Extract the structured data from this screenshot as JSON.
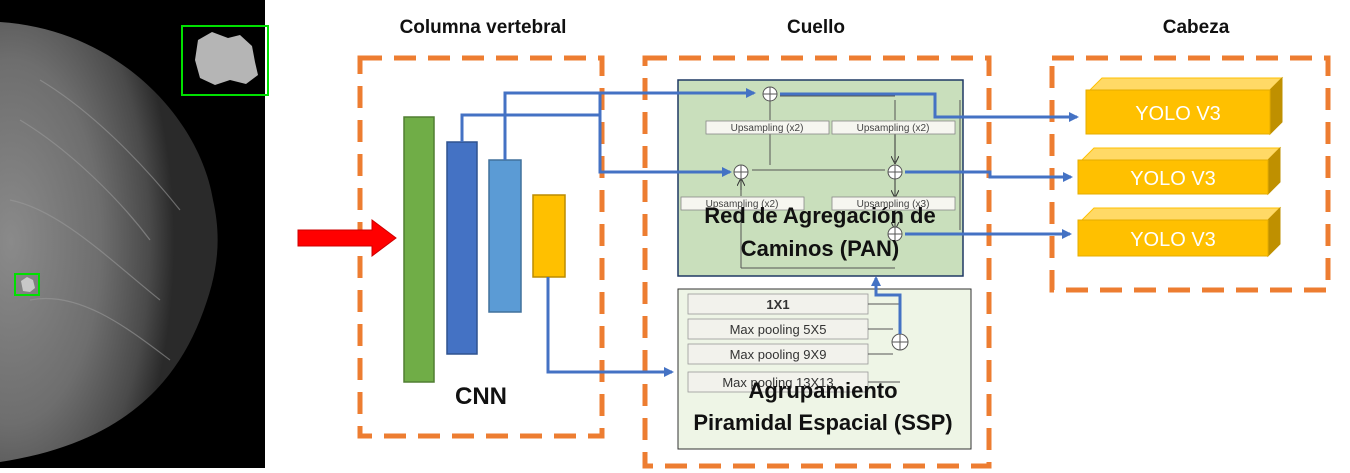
{
  "titles": {
    "backbone": "Columna vertebral",
    "neck": "Cuello",
    "head": "Cabeza"
  },
  "backbone": {
    "label": "CNN"
  },
  "pan": {
    "label_line1": "Red de Agregación de",
    "label_line2": "Caminos (PAN)",
    "upsampling_labels": [
      "Upsampling (x2)",
      "Upsampling (x2)",
      "Upsampling (x2)",
      "Upsampling (x3)"
    ]
  },
  "spp": {
    "label_line1": "Agrupamiento",
    "label_line2": "Piramidal Espacial (SSP)",
    "rows": [
      "1X1",
      "Max pooling 5X5",
      "Max pooling 9X9",
      "Max pooling 13X13"
    ]
  },
  "heads": [
    "YOLO V3",
    "YOLO V3",
    "YOLO V3"
  ],
  "colors": {
    "dashed_border": "#ed7d31",
    "arrow_blue": "#4472c4",
    "arrow_red": "#ff0000",
    "green_bar": "#70ad47",
    "dark_blue_bar": "#4472c4",
    "light_blue_bar": "#5b9bd5",
    "yellow_bar": "#ffc000",
    "pan_fill": "#c9dfbc",
    "spp_fill": "#eef5e6",
    "yolo_front": "#ffc000",
    "detection_box": "#00e000"
  }
}
